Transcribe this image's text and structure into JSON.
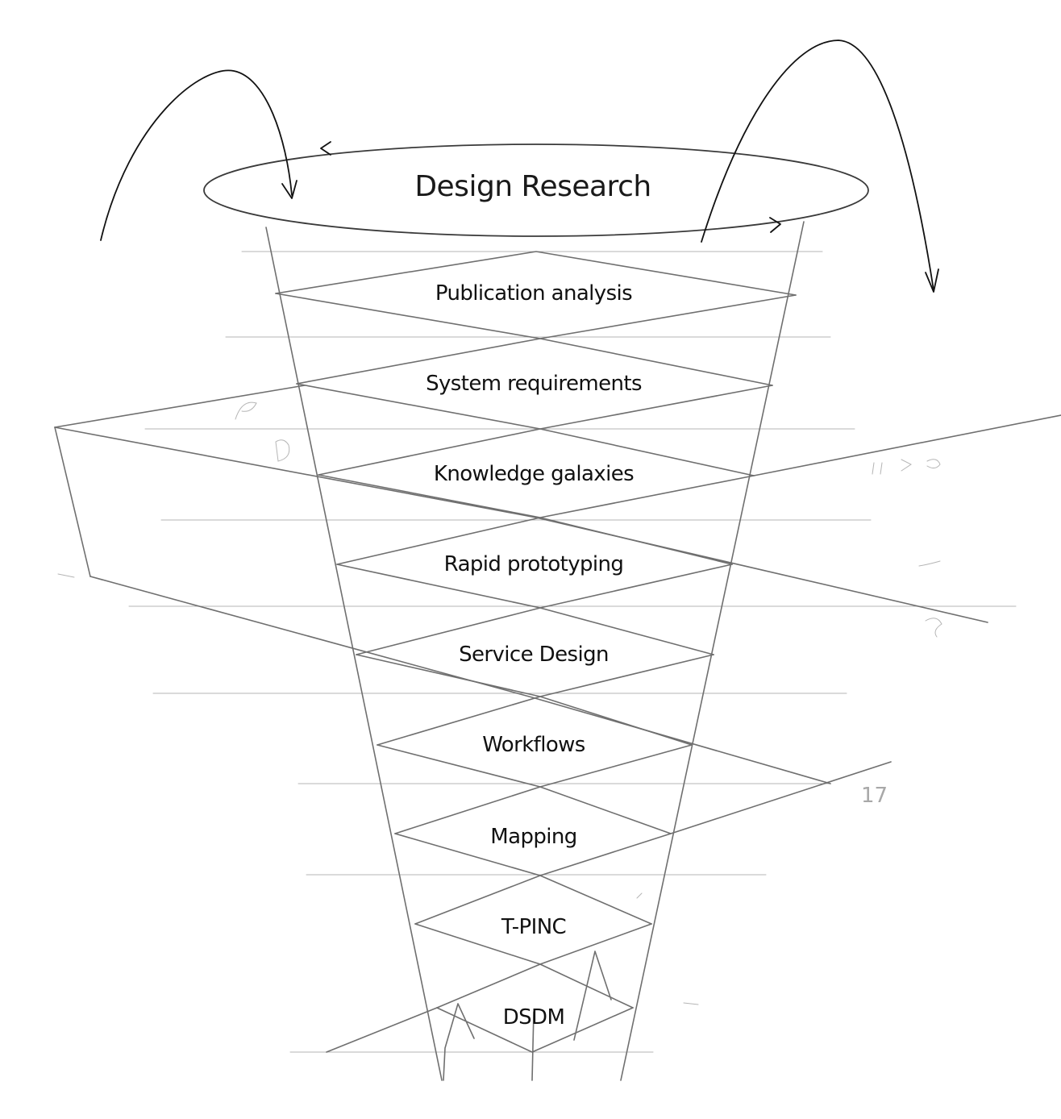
{
  "title": "Design Research",
  "layers": [
    "Publication analysis",
    "System requirements",
    "Knowledge galaxies",
    "Rapid prototyping",
    "Service Design",
    "Workflows",
    "Mapping",
    "T-PINC",
    "DSDM"
  ],
  "margin_notes": [
    "17"
  ],
  "colors": {
    "pencil": "#6f6f6f",
    "ink": "#111111",
    "background": "#ffffff"
  }
}
